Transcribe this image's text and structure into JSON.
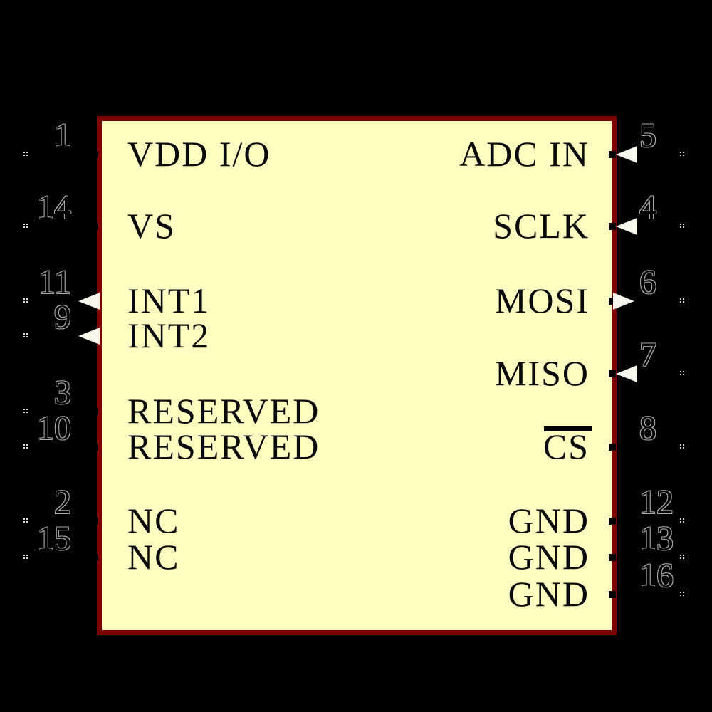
{
  "colors": {
    "background": "#000000",
    "body_fill": "#FFFFC2",
    "body_border": "#7D0000",
    "label_text": "#0A0A0A",
    "pin_number_fill": "#000000",
    "pin_number_outline": "#A8A8A8",
    "arrow_fill": "#F8F8EE",
    "tick_dot": "#D8D8D8"
  },
  "symbol": {
    "left_pins": [
      {
        "number": "1",
        "name": "VDD I/O",
        "arrow": "none"
      },
      {
        "number": "14",
        "name": "VS",
        "arrow": "none"
      },
      {
        "number": "11",
        "name": "INT1",
        "arrow": "left"
      },
      {
        "number": "9",
        "name": "INT2",
        "arrow": "left"
      },
      {
        "number": "3",
        "name": "RESERVED",
        "arrow": "none"
      },
      {
        "number": "10",
        "name": "RESERVED",
        "arrow": "none"
      },
      {
        "number": "2",
        "name": "NC",
        "arrow": "none"
      },
      {
        "number": "15",
        "name": "NC",
        "arrow": "none"
      }
    ],
    "right_pins": [
      {
        "number": "5",
        "name": "ADC IN",
        "arrow": "left",
        "active_low": false
      },
      {
        "number": "4",
        "name": "SCLK",
        "arrow": "left",
        "active_low": false
      },
      {
        "number": "6",
        "name": "MOSI",
        "arrow": "right",
        "active_low": false
      },
      {
        "number": "7",
        "name": "MISO",
        "arrow": "left",
        "active_low": false
      },
      {
        "number": "8",
        "name": "CS",
        "arrow": "none",
        "active_low": true
      },
      {
        "number": "12",
        "name": "GND",
        "arrow": "none",
        "active_low": false
      },
      {
        "number": "13",
        "name": "GND",
        "arrow": "none",
        "active_low": false
      },
      {
        "number": "16",
        "name": "GND",
        "arrow": "none",
        "active_low": false
      }
    ]
  }
}
